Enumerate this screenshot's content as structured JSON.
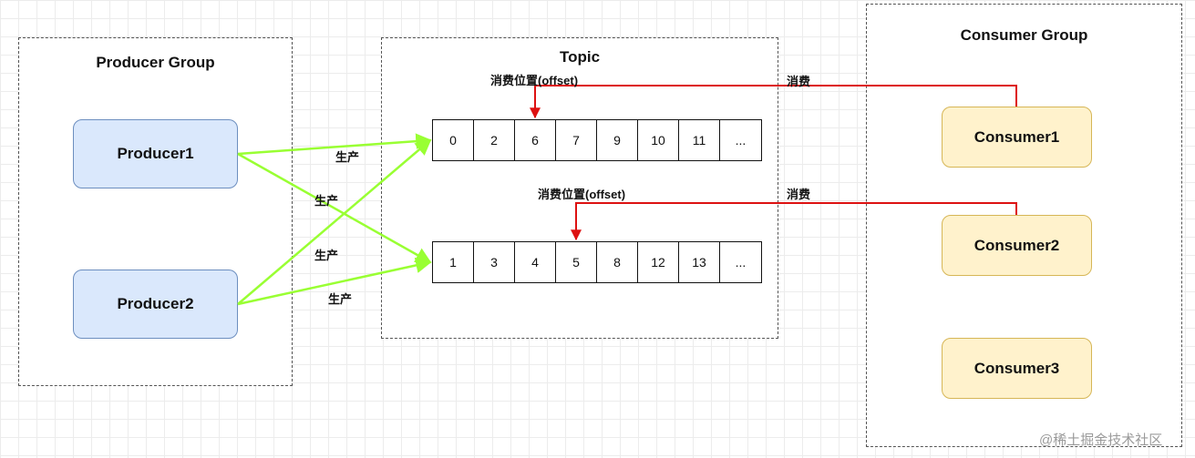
{
  "producer_group": {
    "title": "Producer Group",
    "producers": [
      "Producer1",
      "Producer2"
    ]
  },
  "topic": {
    "title": "Topic",
    "queues": [
      {
        "cells": [
          "0",
          "2",
          "6",
          "7",
          "9",
          "10",
          "11",
          "..."
        ],
        "offset_label": "消费位置(offset)"
      },
      {
        "cells": [
          "1",
          "3",
          "4",
          "5",
          "8",
          "12",
          "13",
          "..."
        ],
        "offset_label": "消费位置(offset)"
      }
    ]
  },
  "consumer_group": {
    "title": "Consumer Group",
    "consumers": [
      "Consumer1",
      "Consumer2",
      "Consumer3"
    ]
  },
  "edges": {
    "produce_label": "生产",
    "consume_label": "消费"
  },
  "colors": {
    "produce_arrow": "#99ff33",
    "consume_arrow": "#dd1111",
    "producer_fill": "#dae8fc",
    "consumer_fill": "#fff2cc"
  },
  "watermark": "@稀土掘金技术社区"
}
